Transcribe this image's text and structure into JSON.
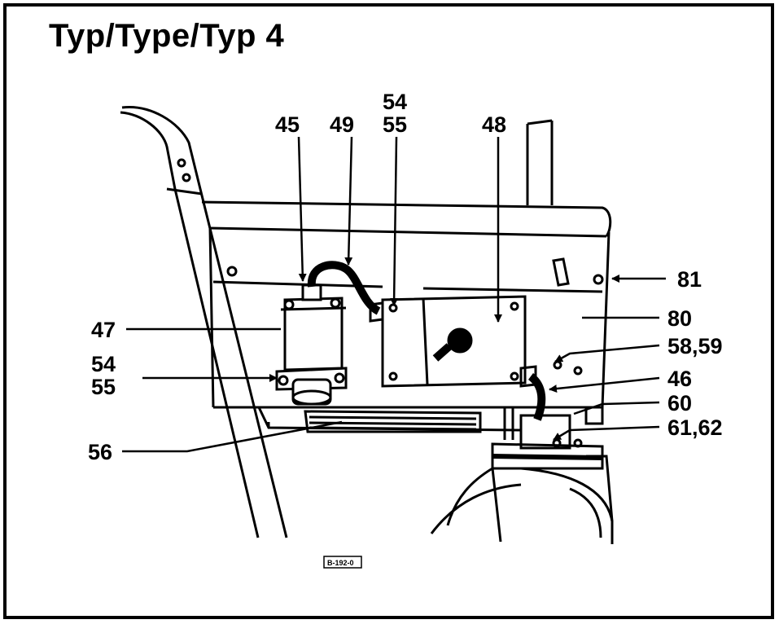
{
  "title": "Typ/Type/Typ 4",
  "stamp": "B-192-0",
  "callouts": [
    {
      "id": "45",
      "text": "45"
    },
    {
      "id": "49",
      "text": "49"
    },
    {
      "id": "54-top",
      "text": "54"
    },
    {
      "id": "55-top",
      "text": "55"
    },
    {
      "id": "48",
      "text": "48"
    },
    {
      "id": "81",
      "text": "81"
    },
    {
      "id": "47",
      "text": "47"
    },
    {
      "id": "80",
      "text": "80"
    },
    {
      "id": "54-left",
      "text": "54"
    },
    {
      "id": "55-left",
      "text": "55"
    },
    {
      "id": "58-59",
      "text": "58,59"
    },
    {
      "id": "46",
      "text": "46"
    },
    {
      "id": "60",
      "text": "60"
    },
    {
      "id": "61-62",
      "text": "61,62"
    },
    {
      "id": "56",
      "text": "56"
    }
  ]
}
